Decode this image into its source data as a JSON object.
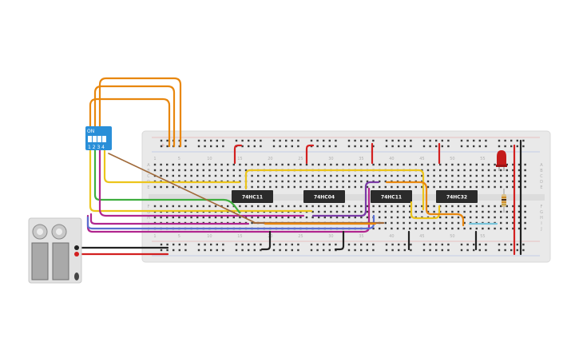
{
  "breadboard": {
    "row_labels_top": [
      "A",
      "B",
      "C",
      "D",
      "E"
    ],
    "row_labels_bottom": [
      "F",
      "G",
      "H",
      "I",
      "J"
    ],
    "column_labels_top": [
      "1",
      "5",
      "10",
      "15",
      "20",
      "25",
      "30",
      "35",
      "40",
      "45",
      "50",
      "55"
    ],
    "column_labels_bottom": [
      "1",
      "5",
      "10",
      "15",
      "20",
      "25",
      "30",
      "35",
      "40",
      "45",
      "50",
      "55"
    ],
    "rail_sign": "+"
  },
  "chips": [
    {
      "label": "74HC11"
    },
    {
      "label": "74HC04"
    },
    {
      "label": "74HC11"
    },
    {
      "label": "74HC32"
    }
  ],
  "dip_switch": {
    "on_label": "ON",
    "numbers": "1 2 3 4",
    "color": "#2a8fd8"
  },
  "battery": {
    "cell_count": 2
  },
  "led": {
    "color": "#c41a1a"
  },
  "resistor": {
    "bands": [
      "#d18f2b",
      "#4a2b12",
      "#d18f2b",
      "#c9a54a"
    ]
  },
  "wire_colors": {
    "orange": "#e8870e",
    "yellow": "#ecc51c",
    "green": "#3fae3f",
    "magenta": "#b0268f",
    "purple": "#7a3aa6",
    "blue": "#5a6fd0",
    "brown": "#a06a3a",
    "red": "#d32020",
    "black": "#222222",
    "cyan": "#7ac6dc"
  }
}
